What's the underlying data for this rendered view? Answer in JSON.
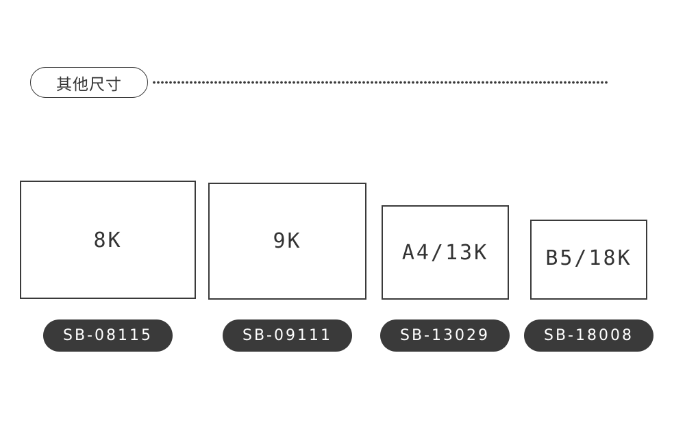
{
  "section": {
    "title": "其他尺寸"
  },
  "sizes": [
    {
      "label": "8K",
      "code": "SB-08115"
    },
    {
      "label": "9K",
      "code": "SB-09111"
    },
    {
      "label": "A4/13K",
      "code": "SB-13029"
    },
    {
      "label": "B5/18K",
      "code": "SB-18008"
    }
  ],
  "colors": {
    "ink": "#3a3a3a",
    "pill_background": "#3a3a3a",
    "pill_text": "#ffffff",
    "background": "#ffffff"
  }
}
